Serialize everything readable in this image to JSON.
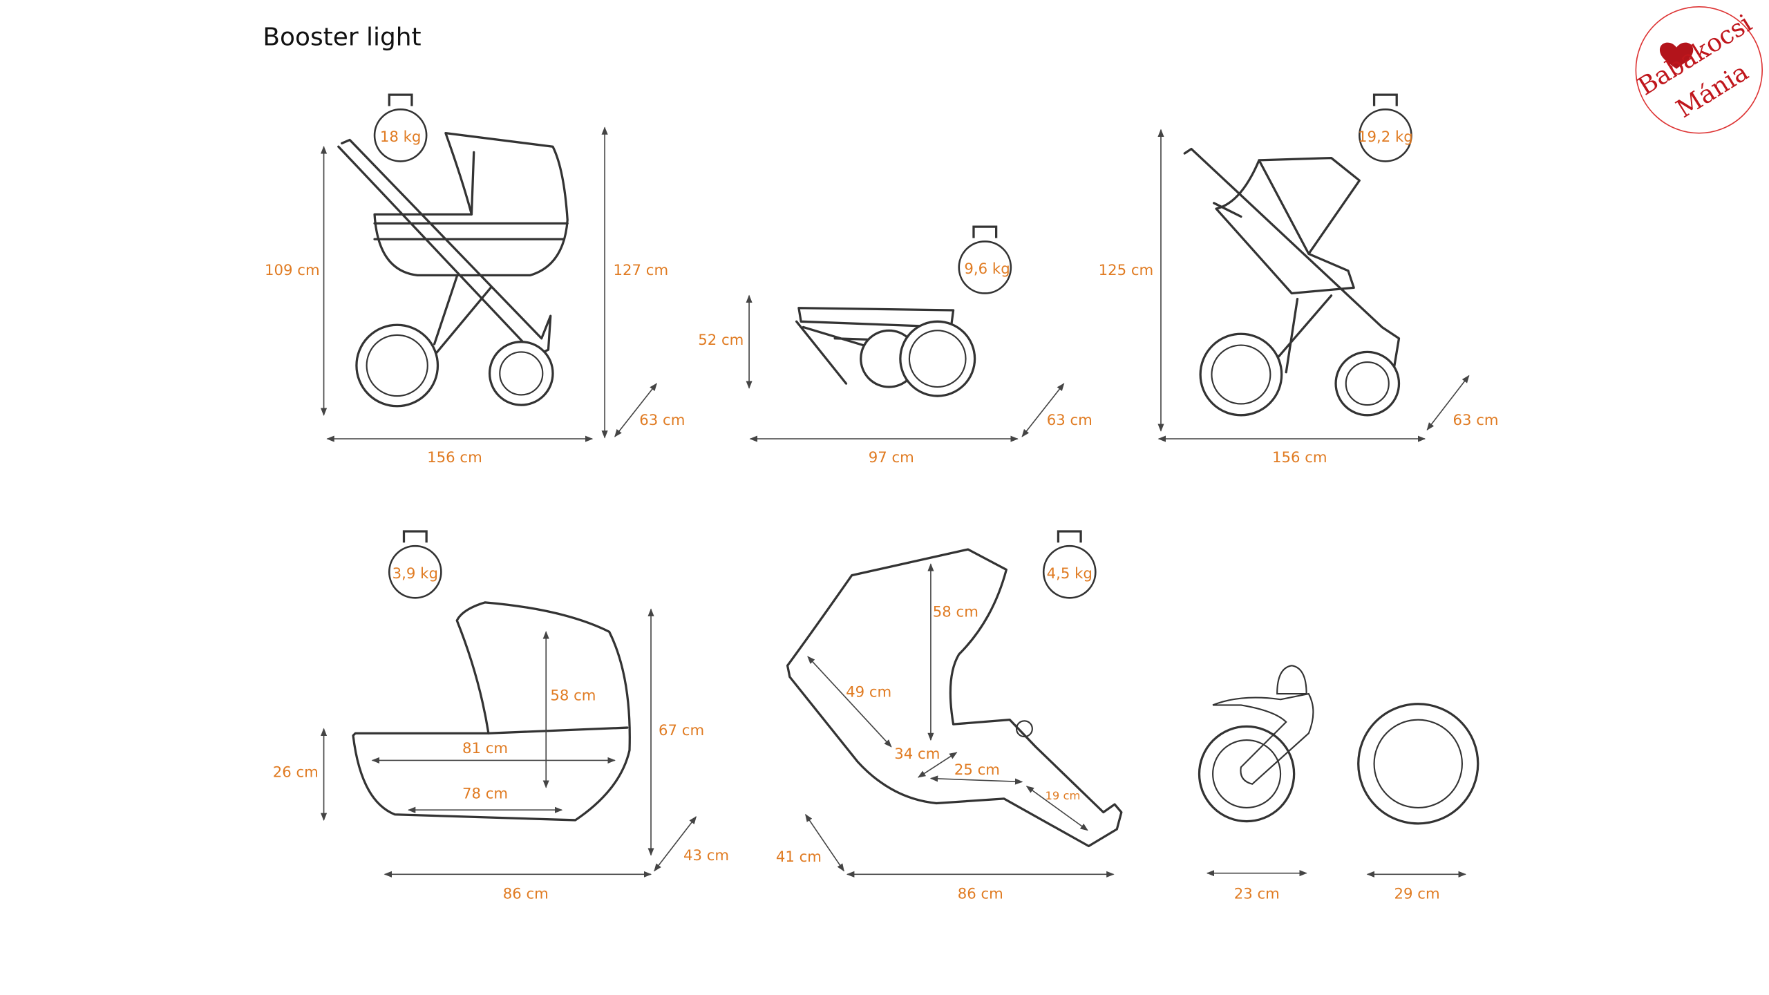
{
  "title": "Booster light",
  "logo": {
    "line1": "Babakocsi",
    "line2": "Mánia",
    "color": "#c0161c"
  },
  "colors": {
    "label": "#e07b22",
    "line": "#333333"
  },
  "pram": {
    "weight": "18 kg",
    "height_handle": "109 cm",
    "height_total": "127 cm",
    "width": "63 cm",
    "length": "156 cm"
  },
  "folded": {
    "weight": "9,6 kg",
    "height": "52 cm",
    "width": "63 cm",
    "length": "97 cm"
  },
  "stroller": {
    "weight": "19,2 kg",
    "height": "125 cm",
    "width": "63 cm",
    "length": "156 cm"
  },
  "carrycot": {
    "weight": "3,9 kg",
    "inner_height": "58 cm",
    "total_height": "67 cm",
    "top_length": "81 cm",
    "side_height": "26 cm",
    "inner_length": "78 cm",
    "width": "43 cm",
    "length": "86 cm"
  },
  "seat": {
    "weight": "4,5 kg",
    "back_height": "58 cm",
    "back_length": "49 cm",
    "seat_width": "34 cm",
    "seat_depth": "25 cm",
    "footrest": "19 cm",
    "width": "41 cm",
    "length": "86 cm"
  },
  "wheels": {
    "front": "23 cm",
    "rear": "29 cm"
  }
}
